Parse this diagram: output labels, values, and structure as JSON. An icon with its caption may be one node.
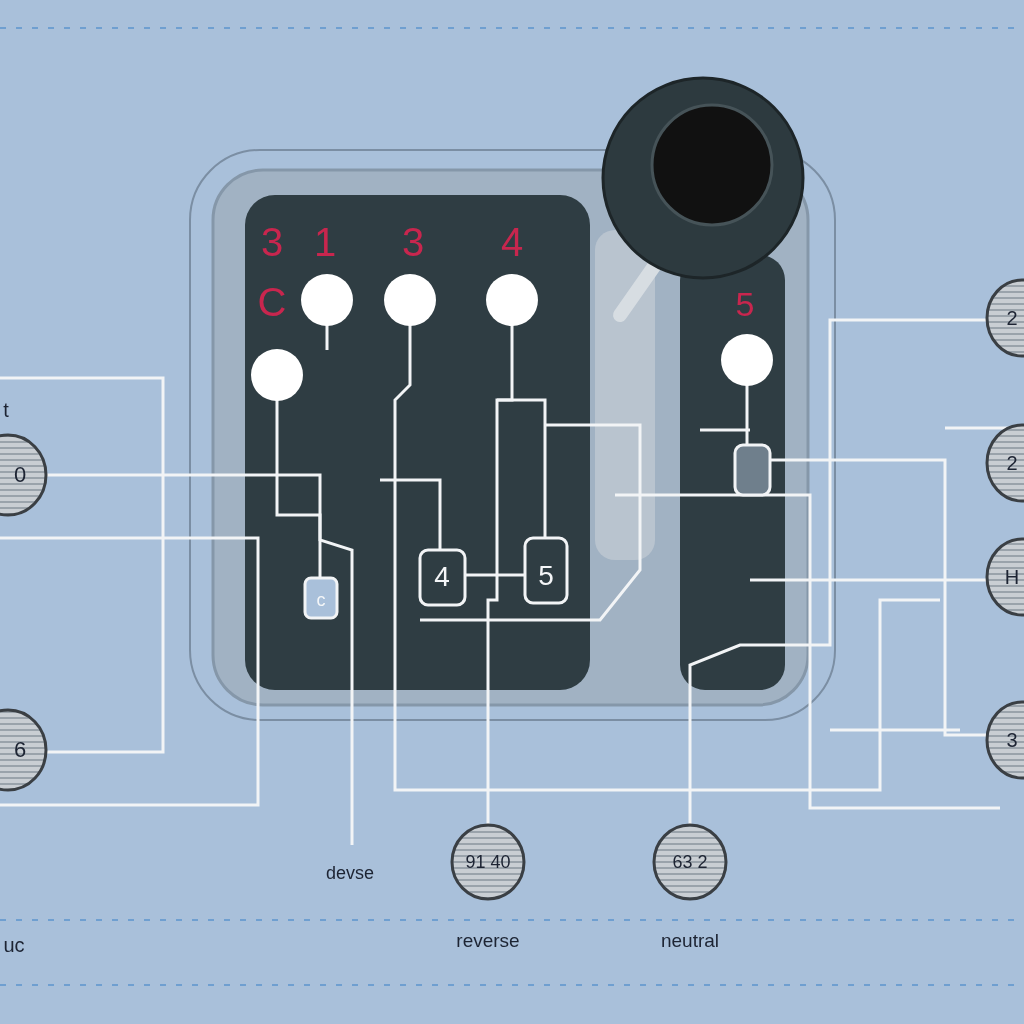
{
  "diagram": {
    "labels": [
      "3",
      "1",
      "3",
      "4",
      "C",
      "5",
      "t",
      "0",
      "4",
      "5",
      "c",
      "2",
      "2",
      "H",
      "3",
      "6",
      "devse",
      "91 40",
      "63 2",
      "reverse",
      "neutral",
      "uc"
    ]
  }
}
